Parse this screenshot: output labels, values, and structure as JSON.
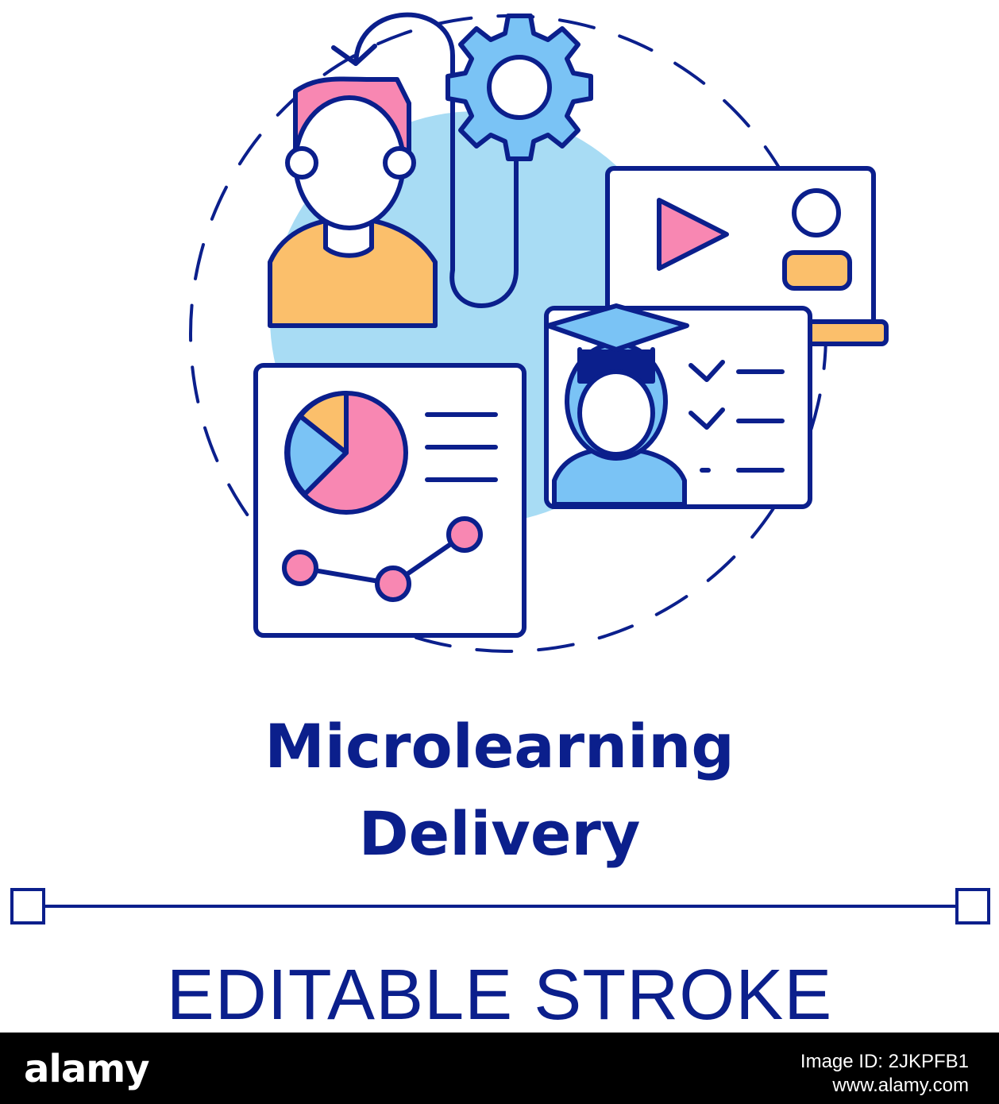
{
  "title": {
    "line1": "Microlearning",
    "line2": "Delivery"
  },
  "footer": {
    "label": "EDITABLE STROKE"
  },
  "watermark": {
    "logo": "alamy",
    "image_id": "Image ID: 2JKPFB1",
    "site": "www.alamy.com"
  },
  "colors": {
    "outline": "#0b1f8c",
    "light_blue": "#a8dcf4",
    "blue": "#7ac3f5",
    "pink": "#f887b2",
    "orange": "#fbbf6b",
    "gear": "#7ac3f5"
  },
  "icons": [
    "learner-icon",
    "gear-icon",
    "video-player-icon",
    "graduate-checklist-icon",
    "analytics-report-icon"
  ]
}
